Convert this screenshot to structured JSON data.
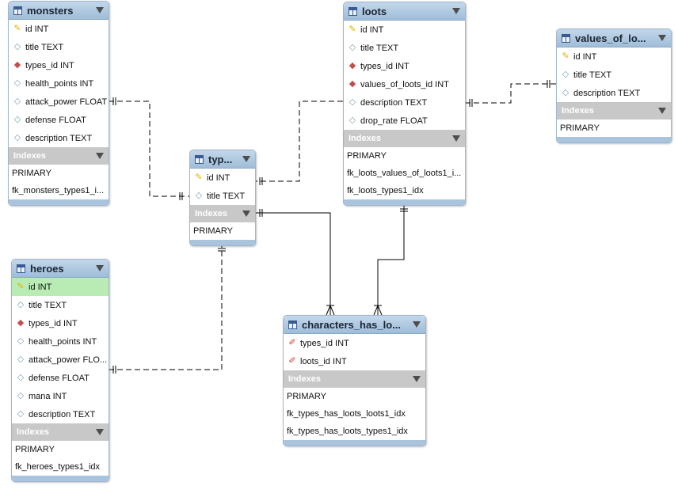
{
  "tables": {
    "monsters": {
      "name": "monsters",
      "columns": [
        {
          "key": "pk",
          "label": "id INT"
        },
        {
          "key": "col",
          "label": "title TEXT"
        },
        {
          "key": "fk",
          "label": "types_id INT"
        },
        {
          "key": "col",
          "label": "health_points INT"
        },
        {
          "key": "col",
          "label": "attack_power FLOAT"
        },
        {
          "key": "col",
          "label": "defense FLOAT"
        },
        {
          "key": "col",
          "label": "description TEXT"
        }
      ],
      "indexes_label": "Indexes",
      "indexes": [
        "PRIMARY",
        "fk_monsters_types1_i..."
      ]
    },
    "loots": {
      "name": "loots",
      "columns": [
        {
          "key": "pk",
          "label": "id INT"
        },
        {
          "key": "col",
          "label": "title TEXT"
        },
        {
          "key": "fk",
          "label": "types_id INT"
        },
        {
          "key": "fk",
          "label": "values_of_loots_id INT"
        },
        {
          "key": "col",
          "label": "description TEXT"
        },
        {
          "key": "col",
          "label": "drop_rate FLOAT"
        }
      ],
      "indexes_label": "Indexes",
      "indexes": [
        "PRIMARY",
        "fk_loots_values_of_loots1_i...",
        "fk_loots_types1_idx"
      ]
    },
    "values_of_loots": {
      "name": "values_of_lo...",
      "columns": [
        {
          "key": "pk",
          "label": "id INT"
        },
        {
          "key": "col",
          "label": "title TEXT"
        },
        {
          "key": "col",
          "label": "description TEXT"
        }
      ],
      "indexes_label": "Indexes",
      "indexes": [
        "PRIMARY"
      ]
    },
    "types": {
      "name": "typ...",
      "columns": [
        {
          "key": "pk",
          "label": "id INT"
        },
        {
          "key": "col",
          "label": "title TEXT"
        }
      ],
      "indexes_label": "Indexes",
      "indexes": [
        "PRIMARY"
      ]
    },
    "heroes": {
      "name": "heroes",
      "columns": [
        {
          "key": "pk",
          "label": "id INT",
          "selected": true
        },
        {
          "key": "col",
          "label": "title TEXT"
        },
        {
          "key": "fk",
          "label": "types_id INT"
        },
        {
          "key": "col",
          "label": "health_points INT"
        },
        {
          "key": "col",
          "label": "attack_power FLO..."
        },
        {
          "key": "col",
          "label": "defense FLOAT"
        },
        {
          "key": "col",
          "label": "mana INT"
        },
        {
          "key": "col",
          "label": "description TEXT"
        }
      ],
      "indexes_label": "Indexes",
      "indexes": [
        "PRIMARY",
        "fk_heroes_types1_idx"
      ]
    },
    "characters_has_loots": {
      "name": "characters_has_lo...",
      "columns": [
        {
          "key": "pkfk",
          "label": "types_id INT"
        },
        {
          "key": "pkfk",
          "label": "loots_id INT"
        }
      ],
      "indexes_label": "Indexes",
      "indexes": [
        "PRIMARY",
        "fk_types_has_loots_loots1_idx",
        "fk_types_has_loots_types1_idx"
      ]
    }
  },
  "key_glyphs": {
    "pk": "✎",
    "fk": "◆",
    "col": "◇",
    "pkfk": "✐"
  },
  "colors": {
    "header": "#a9c4dc",
    "index_bar": "#c8c8c8",
    "selected_row": "#b8ecb4",
    "line": "#000000"
  }
}
